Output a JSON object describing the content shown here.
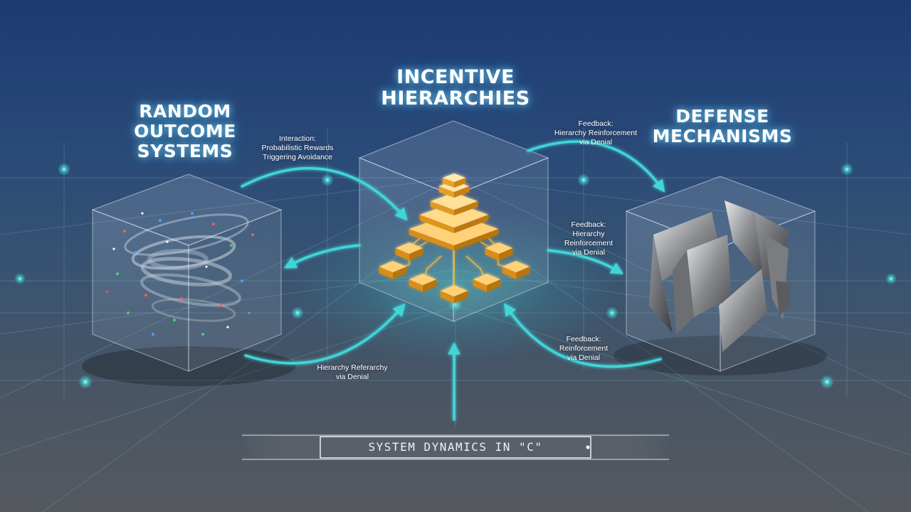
{
  "titles": {
    "random_outcome": "RANDOM\nOUTCOME\nSYSTEMS",
    "incentive": "INCENTIVE\nHIERARCHIES",
    "defense": "DEFENSE\nMECHANISMS"
  },
  "labels": {
    "interaction": "Interaction:\nProbabilistic Rewards\nTriggering Avoidance",
    "feedback_top": "Feedback:\nHierarchy Reinforcement\nvia Denial",
    "feedback_mid": "Feedback:\nHierarchy\nReinforcement\nvia Denial",
    "feedback_low": "Feedback:\nReinforcement\nvia Denial",
    "bottom_left": "Hierarchy Referarchy\nvia Denial"
  },
  "banner": "SYSTEM DYNAMICS IN \"C\"",
  "colors": {
    "accent_cyan": "#3fd6d8",
    "node_gold": "#f6b93b",
    "title_glow": "#7fdcff"
  }
}
